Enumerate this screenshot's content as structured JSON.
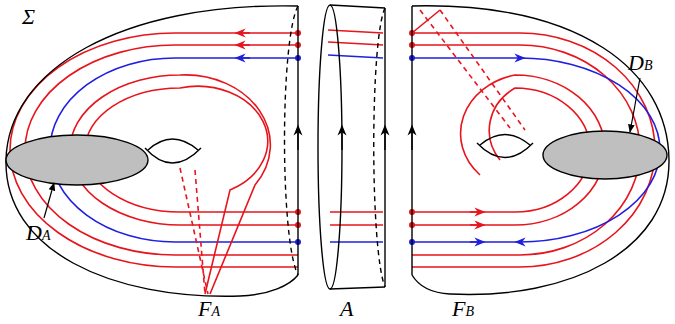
{
  "diagram": {
    "labels": [
      "Σ",
      "DA",
      "DB",
      "FA",
      "A",
      "FB"
    ]
  }
}
